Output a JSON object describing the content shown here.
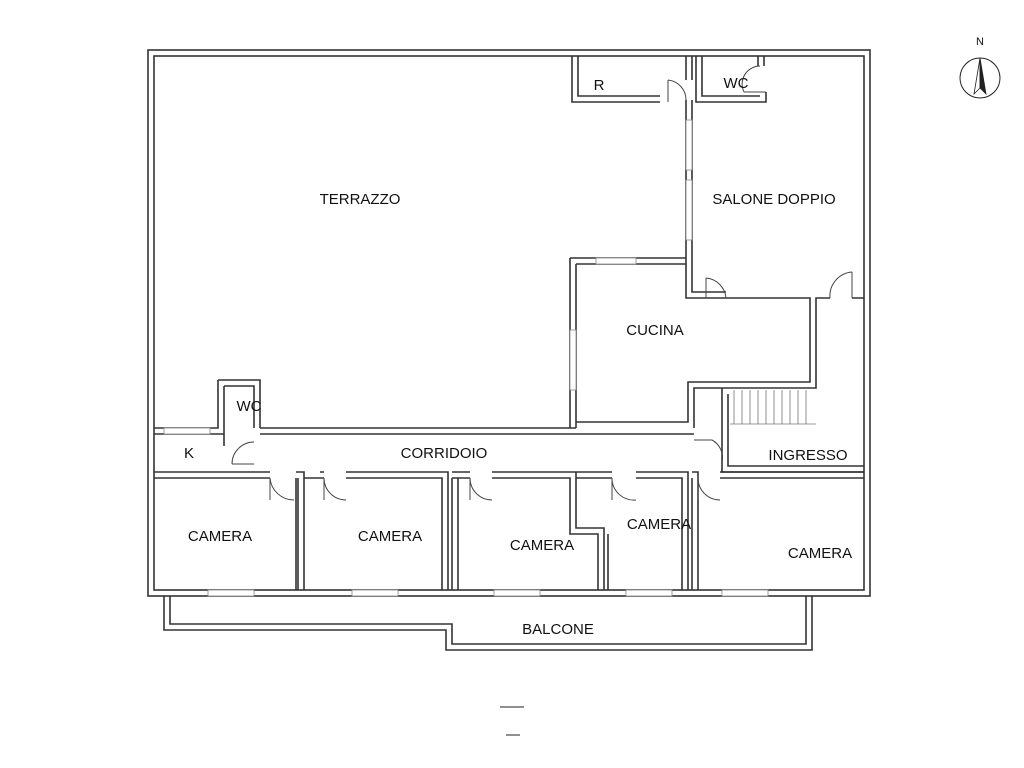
{
  "rooms": {
    "terrazzo": "TERRAZZO",
    "r": "R",
    "wc_top": "WC",
    "salone": "SALONE DOPPIO",
    "cucina": "CUCINA",
    "wc_left": "WC",
    "k": "K",
    "corridoio": "CORRIDOIO",
    "ingresso": "INGRESSO",
    "camera1": "CAMERA",
    "camera2": "CAMERA",
    "camera3": "CAMERA",
    "camera4": "CAMERA",
    "camera5": "CAMERA",
    "balcone": "BALCONE"
  },
  "compass": {
    "label": "N",
    "icon": "north-arrow-icon"
  },
  "colors": {
    "wall": "#333333",
    "window": "#888888"
  }
}
